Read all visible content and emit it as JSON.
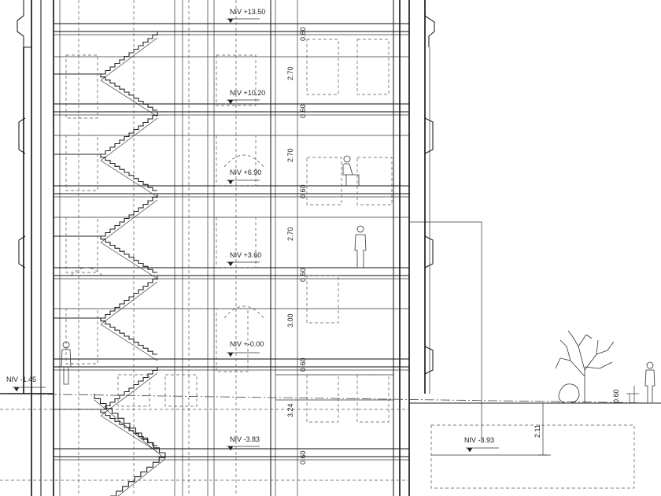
{
  "levels": [
    {
      "label": "NIV +13.50"
    },
    {
      "label": "NIV +10.20"
    },
    {
      "label": "NIV +6.90"
    },
    {
      "label": "NIV +3.60"
    },
    {
      "label": "NIV +-0.00"
    },
    {
      "label": "NIV -1.45"
    },
    {
      "label": "NIV -3.83"
    },
    {
      "label": "NIV -3.93"
    }
  ],
  "dimensions": [
    {
      "label": "0.60"
    },
    {
      "label": "2.70"
    },
    {
      "label": "0.60"
    },
    {
      "label": "2.70"
    },
    {
      "label": "0.60"
    },
    {
      "label": "2.70"
    },
    {
      "label": "0.60"
    },
    {
      "label": "3.00"
    },
    {
      "label": "0.60"
    },
    {
      "label": "3.24"
    },
    {
      "label": "0.60"
    },
    {
      "label": "2.11"
    },
    {
      "label": "0.60"
    }
  ]
}
